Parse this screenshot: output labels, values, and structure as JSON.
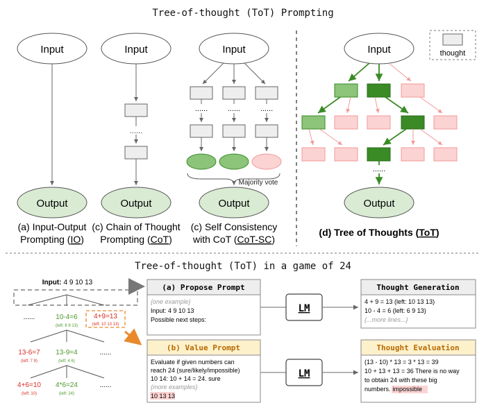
{
  "top": {
    "title": "Tree-of-thought (ToT) Prompting",
    "io": {
      "input": "Input",
      "output": "Output",
      "caption1": "(a) Input-Output",
      "caption2_pre": "Prompting (",
      "caption2_link": "IO",
      "caption2_post": ")"
    },
    "cot": {
      "input": "Input",
      "output": "Output",
      "dots": "......",
      "caption1": "(c) Chain of Thought",
      "caption2_pre": "Prompting (",
      "caption2_link": "CoT",
      "caption2_post": ")"
    },
    "cotsc": {
      "input": "Input",
      "output": "Output",
      "dots": "......",
      "majority": "Majority vote",
      "caption1": "(c) Self Consistency",
      "caption2_pre": "with CoT (",
      "caption2_link": "CoT-SC",
      "caption2_post": ")"
    },
    "tot": {
      "input": "Input",
      "output": "Output",
      "dots": "......",
      "legend": "thought",
      "caption_pre": "(d) Tree of Thoughts (",
      "caption_link": "ToT",
      "caption_post": ")"
    }
  },
  "bottom": {
    "title": "Tree-of-thought (ToT) in a game of 24",
    "tree": {
      "input_label": "Input:",
      "input_value": "4 9 10 13",
      "dots1": "......",
      "n1": "10-4=6",
      "n1_left": "(left: 6 9 13)",
      "n2": "4+9=13",
      "n2_left": "(left: 10 13 13)",
      "n3": "13-6=7",
      "n3_left": "(left: 7 9)",
      "n4": "13-9=4",
      "n4_left": "(left: 4 6)",
      "dots2": "......",
      "n5": "4+6=10",
      "n5_left": "(left: 10)",
      "n6": "4*6=24",
      "n6_left": "(left: 24)",
      "dots3": "......"
    },
    "propose": {
      "title": "(a) Propose Prompt",
      "lines": [
        "{one example}",
        "Input: 4 9 10 13",
        "Possible next steps:"
      ]
    },
    "value": {
      "title": "(b) Value Prompt",
      "lines": [
        "Evaluate if given numbers can",
        "reach 24 (sure/likely/impossible)",
        "10 14: 10 + 14 = 24. sure",
        "{more examples}",
        "10 13 13"
      ]
    },
    "lm_top": "LM",
    "lm_bottom": "LM",
    "generation": {
      "title": "Thought Generation",
      "lines": [
        "4 + 9 = 13 (left: 10 13 13)",
        "10 - 4 = 6 (left: 6 9 13)",
        "{...more lines...}"
      ]
    },
    "evaluation": {
      "title": "Thought Evaluation",
      "lines": [
        "(13 - 10) * 13 = 3 * 13 = 39",
        "10 + 13 + 13 = 36 There is no way",
        "to obtain 24 with these big",
        "numbers."
      ],
      "impossible": "impossible"
    }
  },
  "colors": {
    "ellipse_green": "#d9ebd3",
    "dark_green": "#3a8a26",
    "light_green": "#8cc47a",
    "pink": "#fbd3d3",
    "pink_border": "#f29a9a",
    "gray_box": "#eeeeee",
    "orange": "#e88a2b",
    "yellow": "#fdf1cc",
    "red": "#d93025",
    "green_text": "#4a9a2a"
  }
}
